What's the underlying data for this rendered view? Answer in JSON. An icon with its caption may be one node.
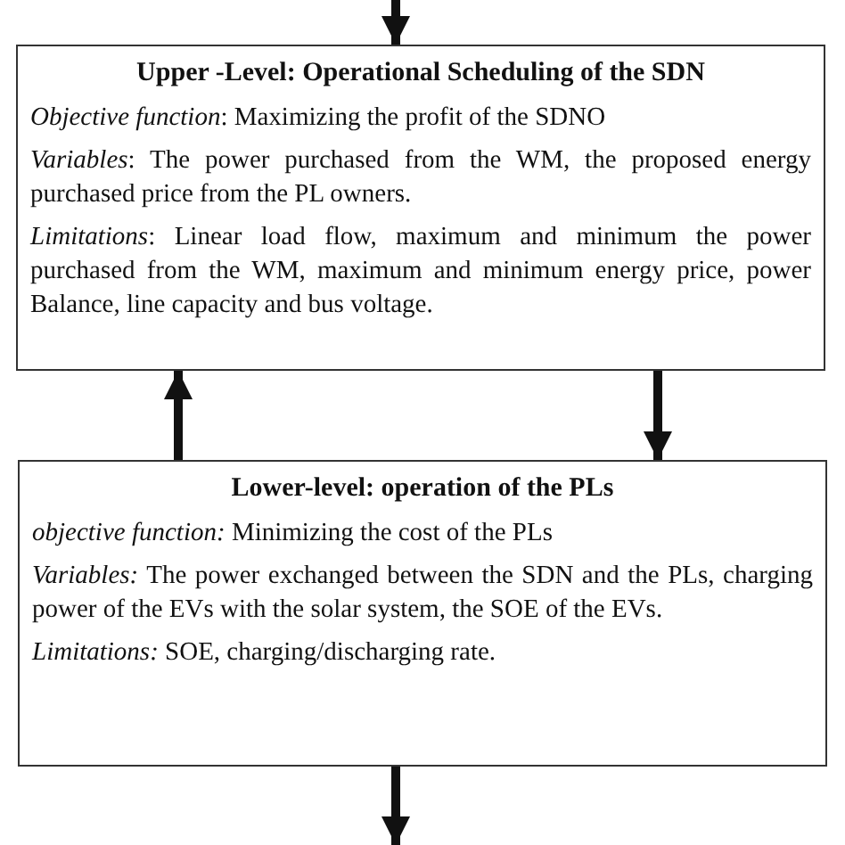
{
  "diagram": {
    "nodes": [
      {
        "text": [
          "Upper -Level: Operational Scheduling of the SDN",
          "*Objective function*: Maximizing the profit of the SDNO",
          "*Variables*: The power purchased from the WM, the proposed energy purchased price from the PL owners.",
          "*Limitations*: Linear load flow, maximum and minimum the power purchased from the WM, maximum and minimum energy price, power Balance, line capacity and bus voltage."
        ]
      },
      {
        "text": [
          "Lower-level: operation of the PLs",
          "*objective function:* Minimizing the cost of the PLs",
          "*Variables:* The power exchanged between the SDN and the PLs, charging power of the EVs with the solar system, the SOE of the EVs.",
          "*Limitations:* SOE, charging/discharging rate."
        ]
      }
    ],
    "edges": [
      {
        "from": null,
        "to": 0,
        "arrow": "to"
      },
      {
        "from": 1,
        "to": 0,
        "arrow": "to"
      },
      {
        "from": 0,
        "to": 1,
        "arrow": "to"
      },
      {
        "from": 1,
        "to": null,
        "arrow": "to"
      }
    ]
  }
}
